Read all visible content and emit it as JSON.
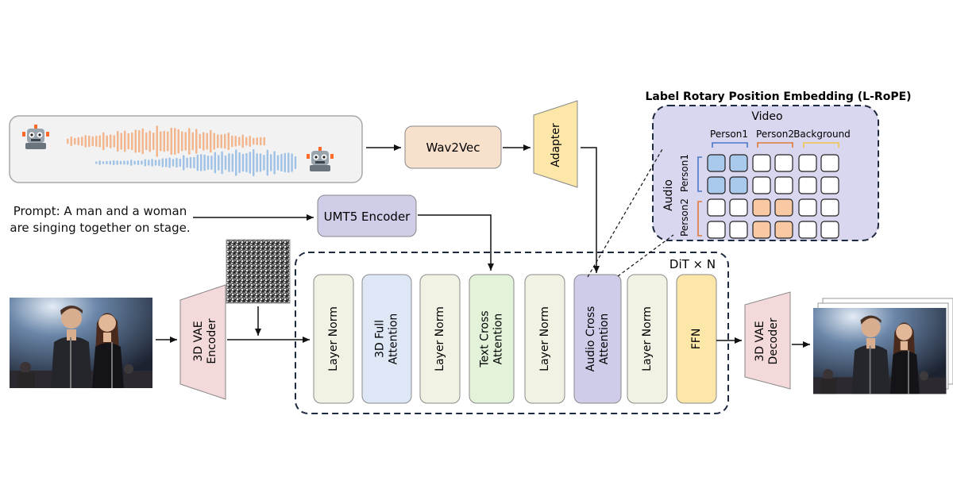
{
  "prompt_text": "Prompt: A man and a woman are singing together on stage.",
  "modules": {
    "wav2vec": "Wav2Vec",
    "adapter": "Adapter",
    "umt5": "UMT5 Encoder",
    "vae_encoder": [
      "3D VAE",
      "Encoder"
    ],
    "vae_decoder": [
      "3D VAE",
      "Decoder"
    ]
  },
  "dit": {
    "label": "DiT × N",
    "blocks": [
      {
        "lines": [
          "Layer Norm"
        ],
        "color": "#f2f2e4"
      },
      {
        "lines": [
          "3D Full",
          "Attention"
        ],
        "color": "#dde7f6"
      },
      {
        "lines": [
          "Layer Norm"
        ],
        "color": "#f2f2e4"
      },
      {
        "lines": [
          "Text Cross",
          "Attention"
        ],
        "color": "#e2f3da"
      },
      {
        "lines": [
          "Layer Norm"
        ],
        "color": "#f2f2e4"
      },
      {
        "lines": [
          "Audio Cross",
          "Attention"
        ],
        "color": "#cfcce9"
      },
      {
        "lines": [
          "Layer Norm"
        ],
        "color": "#f2f2e4"
      },
      {
        "lines": [
          "FFN"
        ],
        "color": "#fce7a8"
      }
    ]
  },
  "lrope": {
    "title": "Label Rotary Position Embedding (L-RoPE)",
    "video_label": "Video",
    "audio_label": "Audio",
    "col_groups": [
      "Person1",
      "Person2",
      "Background"
    ],
    "row_groups": [
      "Person1",
      "Person2"
    ],
    "grid": [
      [
        "blue",
        "blue",
        "white",
        "white",
        "white",
        "white"
      ],
      [
        "blue",
        "blue",
        "white",
        "white",
        "white",
        "white"
      ],
      [
        "white",
        "white",
        "orange",
        "orange",
        "white",
        "white"
      ],
      [
        "white",
        "white",
        "orange",
        "orange",
        "white",
        "white"
      ]
    ]
  },
  "colors": {
    "wav2vec": "#f8e1cc",
    "adapter": "#fce7a8",
    "umt5": "#d0cde9",
    "vae": "#f4d9da",
    "lrope_bg": "#d9d6ef",
    "blue_cell": "#a9c9ec",
    "orange_cell": "#f8c9a2",
    "waveform_orange": "#f3b58c",
    "waveform_blue": "#9fc2e6",
    "person1_bracket": "#4a78c8",
    "person2_bracket": "#e0783a",
    "background_bracket": "#f2c34a"
  },
  "icons": [
    "robot-icon",
    "robot-icon",
    "noise-icon",
    "stage-photo-icon"
  ]
}
